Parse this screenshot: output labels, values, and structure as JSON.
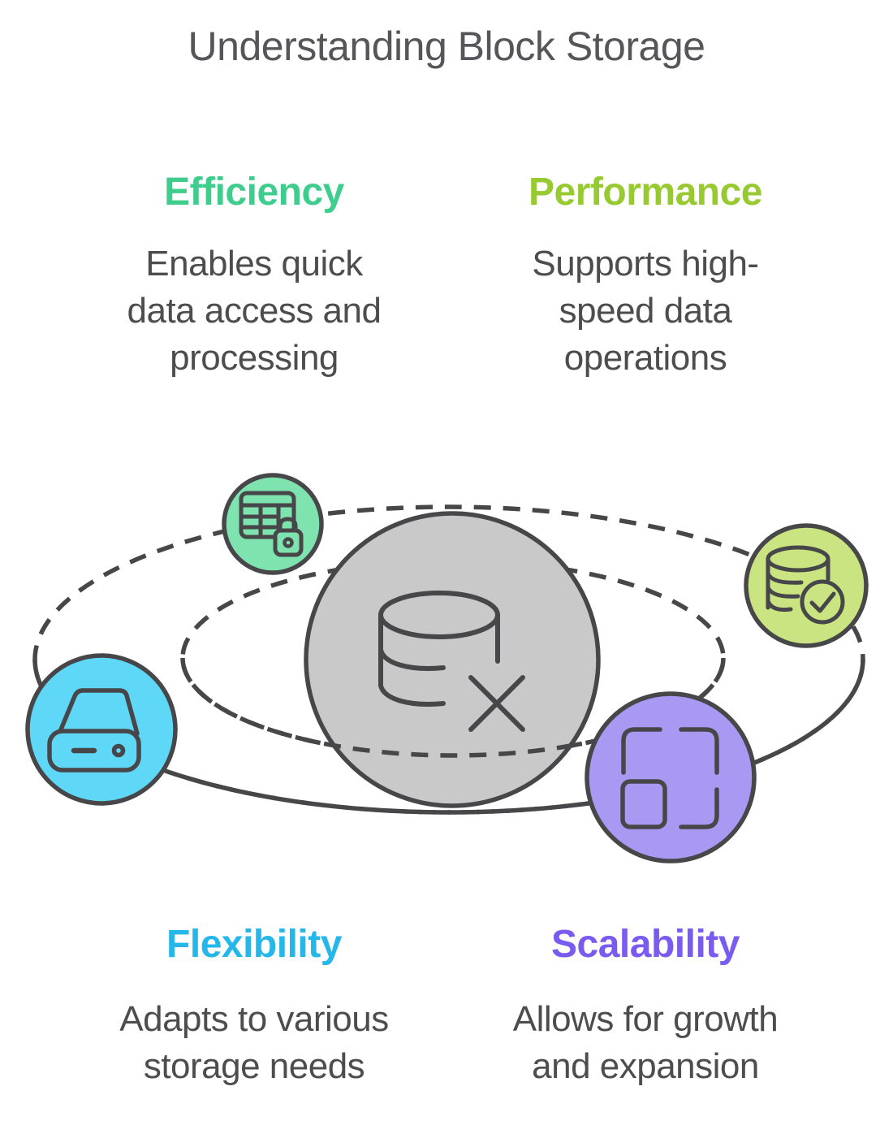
{
  "title": "Understanding Block Storage",
  "sections": [
    {
      "id": "efficiency",
      "label": "Efficiency",
      "color": "#3ecd8d",
      "description": "Enables quick data access and processing",
      "lines": [
        "Enables quick",
        "data access and",
        "processing"
      ]
    },
    {
      "id": "performance",
      "label": "Performance",
      "color": "#97c931",
      "description": "Supports high-speed data operations",
      "lines": [
        "Supports high-",
        "speed data",
        "operations"
      ]
    },
    {
      "id": "flexibility",
      "label": "Flexibility",
      "color": "#26b7ea",
      "description": "Adapts to various storage needs",
      "lines": [
        "Adapts to various",
        "storage needs"
      ]
    },
    {
      "id": "scalability",
      "label": "Scalability",
      "color": "#7a5bf0",
      "description": "Allows for growth and expansion",
      "lines": [
        "Allows for growth",
        "and expansion"
      ]
    }
  ],
  "diagram": {
    "center_icon": "database-deleted-icon",
    "center_fill": "#c9c9ca",
    "outline_color": "#47474a",
    "orbits": 2,
    "satellites": [
      {
        "icon": "secure-table-lock-icon",
        "fill": "#7ee3ae"
      },
      {
        "icon": "verified-storage-stack-icon",
        "fill": "#c9e480"
      },
      {
        "icon": "hard-drive-icon",
        "fill": "#5fd8f8"
      },
      {
        "icon": "scale-resize-icon",
        "fill": "#aa99f2"
      }
    ]
  }
}
